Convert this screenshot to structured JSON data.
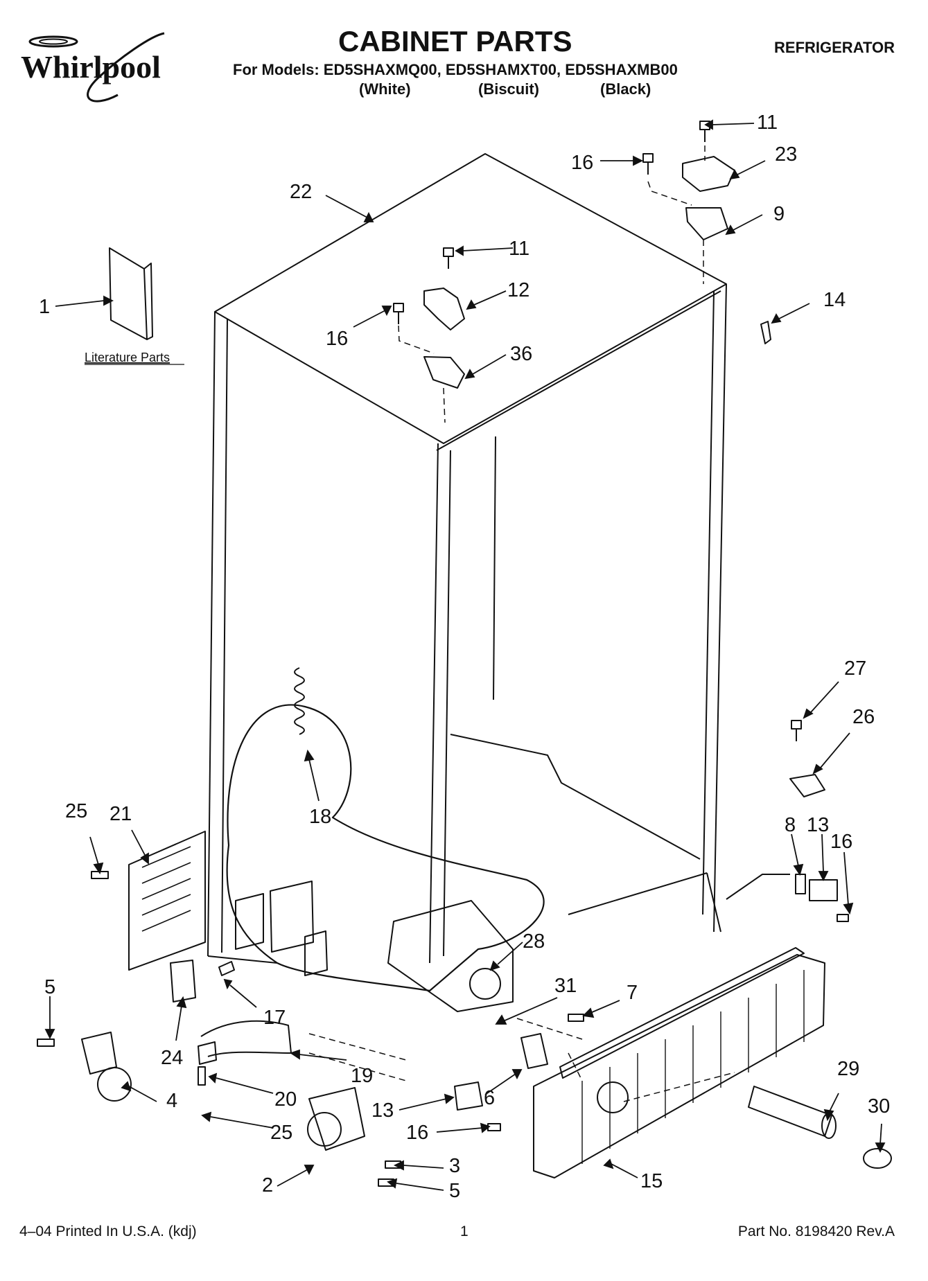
{
  "brand": "Whirlpool",
  "header": {
    "title": "CABINET PARTS",
    "category": "REFRIGERATOR",
    "models_line": "For Models: ED5SHAXMQ00, ED5SHAMXT00, ED5SHAXMB00",
    "variants": [
      "(White)",
      "(Biscuit)",
      "(Black)"
    ]
  },
  "literature_label": "Literature Parts",
  "callouts": [
    "1",
    "11",
    "23",
    "16",
    "9",
    "22",
    "11",
    "12",
    "16",
    "36",
    "14",
    "27",
    "26",
    "25",
    "21",
    "18",
    "8",
    "13",
    "16",
    "28",
    "5",
    "31",
    "7",
    "17",
    "24",
    "19",
    "20",
    "4",
    "6",
    "13",
    "29",
    "30",
    "25",
    "16",
    "3",
    "2",
    "5",
    "15"
  ],
  "footer": {
    "left": "4–04 Printed In U.S.A. (kdj)",
    "center": "1",
    "right": "Part No. 8198420 Rev.A"
  }
}
